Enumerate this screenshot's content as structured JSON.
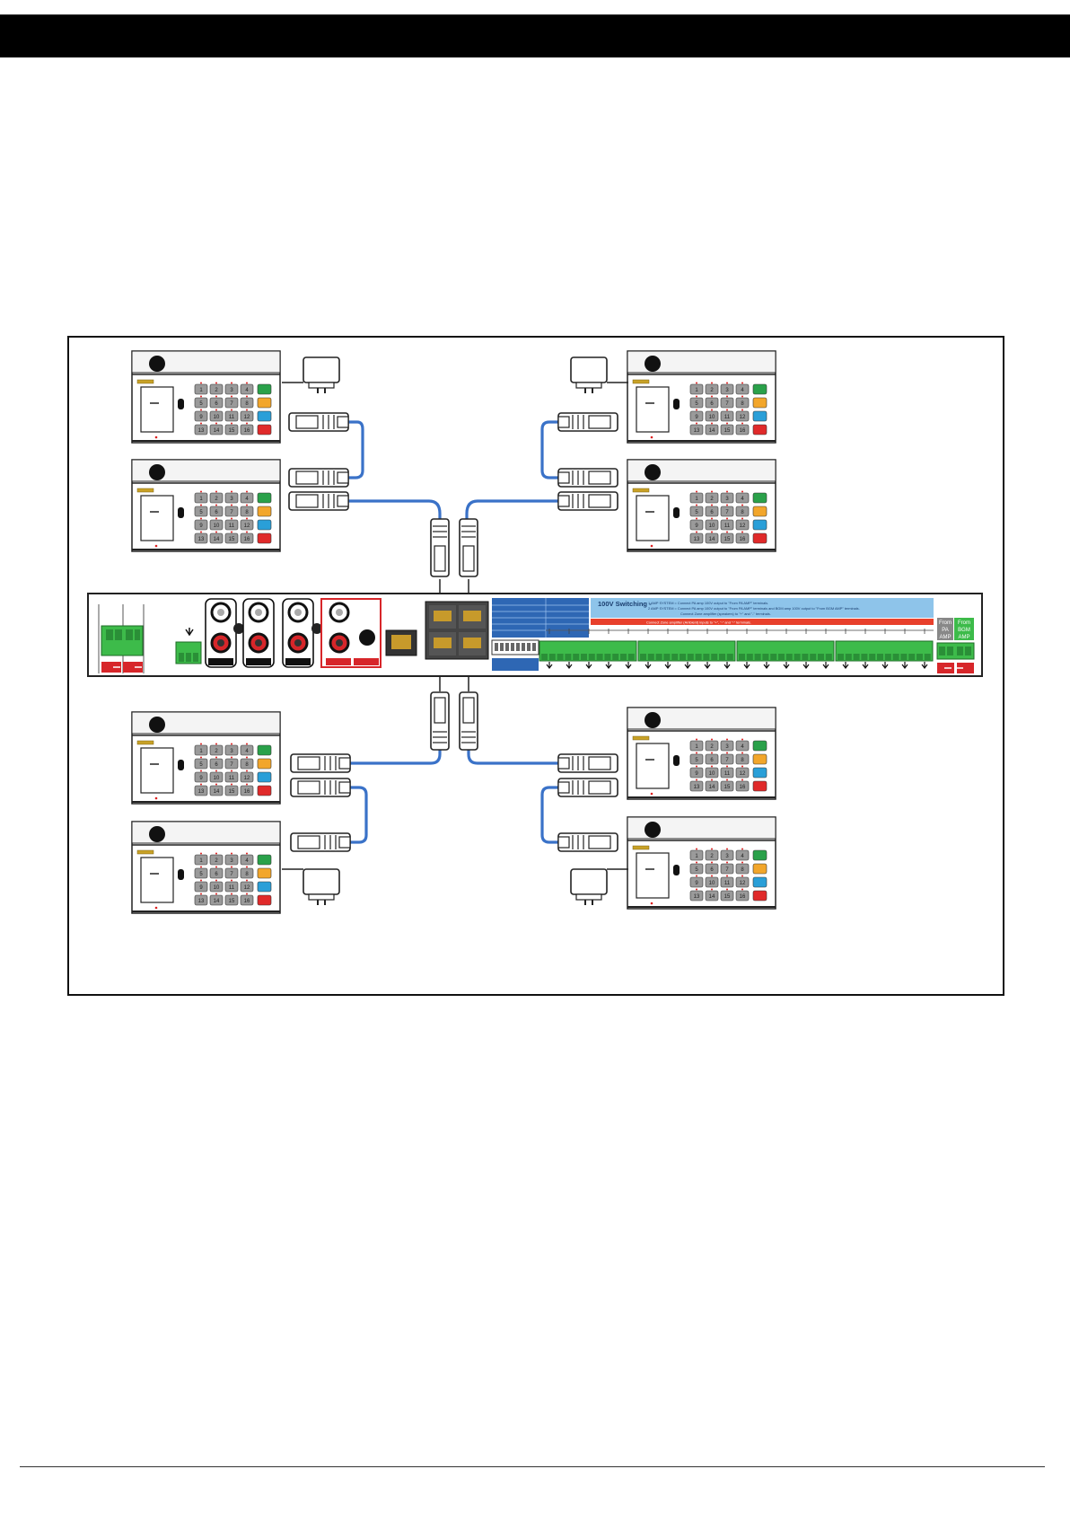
{
  "page": {
    "header_title": ""
  },
  "diagram": {
    "switcher": {
      "banner_title": "100V Switching -",
      "banner_line1": "1 AMP SYSTEM = Connect PA amp 100V output to \"From PA AMP\" terminals.",
      "banner_line2": "2 AMP SYSTEM = Connect PA amp 100V output to \"From PA AMP\" terminals and BGM amp 100V output to \"From BGM AMP\" terminals.",
      "banner_line3": "Connect Zone amplifier (speakers) to \"+\" and \"-\" terminals.",
      "banner_note": "Connect Zone amplifier (Ambient) inputs to \"+\", \"-\" and \"-\" terminals.",
      "from_pa_amp": [
        "From",
        "PA",
        "AMP"
      ],
      "from_bgm_amp": [
        "From",
        "BGM",
        "AMP"
      ]
    },
    "keypad": {
      "key_labels": [
        "1",
        "2",
        "3",
        "4",
        "5",
        "6",
        "7",
        "8",
        "9",
        "10",
        "11",
        "12",
        "13",
        "14",
        "15",
        "16"
      ],
      "function_key_colors": [
        "#2aa14a",
        "#f2a62b",
        "#2a9fd8",
        "#e02a2a"
      ]
    },
    "colors": {
      "cable": "#3a72c8",
      "terminal_green": "#3dbb4a",
      "banner_blue": "#8ec4ea",
      "banner_red": "#e8402c",
      "rca_red": "#d7262a"
    }
  }
}
